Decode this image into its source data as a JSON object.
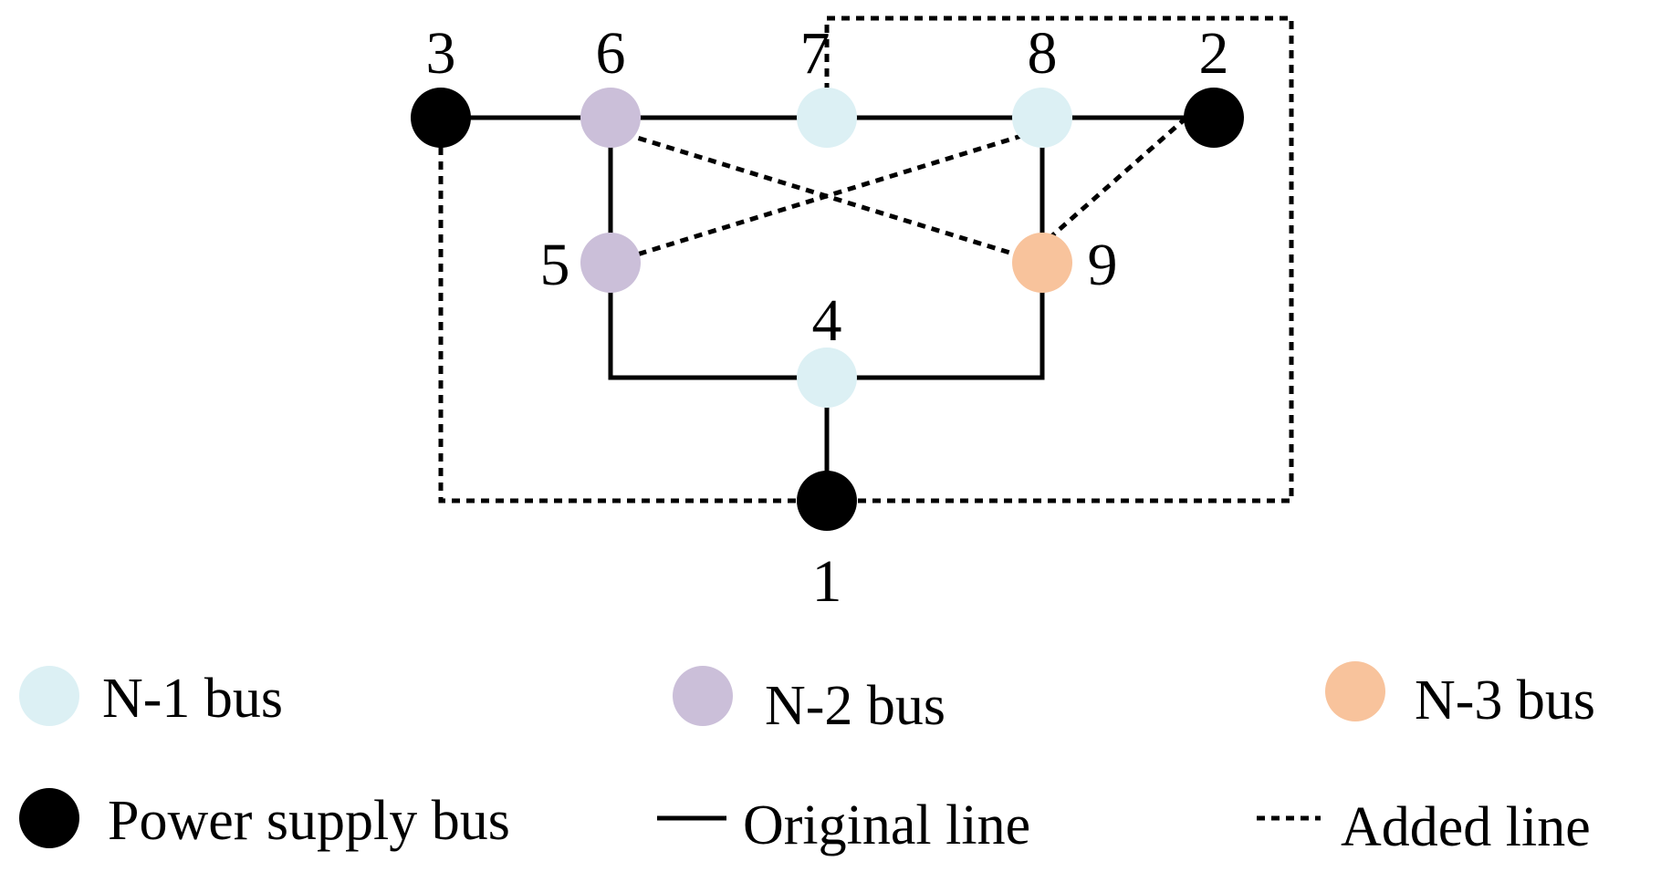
{
  "colors": {
    "n1": "#dcf0f4",
    "n2": "#cbbfd9",
    "n3": "#f8c39c",
    "supply": "#000000"
  },
  "nodes": [
    {
      "id": "1",
      "label": "1",
      "type": "supply"
    },
    {
      "id": "2",
      "label": "2",
      "type": "supply"
    },
    {
      "id": "3",
      "label": "3",
      "type": "supply"
    },
    {
      "id": "4",
      "label": "4",
      "type": "n1"
    },
    {
      "id": "5",
      "label": "5",
      "type": "n2"
    },
    {
      "id": "6",
      "label": "6",
      "type": "n2"
    },
    {
      "id": "7",
      "label": "7",
      "type": "n1"
    },
    {
      "id": "8",
      "label": "8",
      "type": "n1"
    },
    {
      "id": "9",
      "label": "9",
      "type": "n3"
    }
  ],
  "edges": [
    {
      "from": "3",
      "to": "6",
      "kind": "original"
    },
    {
      "from": "6",
      "to": "7",
      "kind": "original"
    },
    {
      "from": "7",
      "to": "8",
      "kind": "original"
    },
    {
      "from": "8",
      "to": "2",
      "kind": "original"
    },
    {
      "from": "6",
      "to": "5",
      "kind": "original"
    },
    {
      "from": "8",
      "to": "9",
      "kind": "original"
    },
    {
      "from": "5",
      "to": "4",
      "kind": "original"
    },
    {
      "from": "9",
      "to": "4",
      "kind": "original"
    },
    {
      "from": "4",
      "to": "1",
      "kind": "original"
    },
    {
      "from": "6",
      "to": "9",
      "kind": "added"
    },
    {
      "from": "5",
      "to": "8",
      "kind": "added"
    },
    {
      "from": "2",
      "to": "9",
      "kind": "added"
    },
    {
      "from": "3",
      "to": "1",
      "kind": "added"
    },
    {
      "from": "7",
      "to": "1",
      "kind": "added"
    }
  ],
  "legend": {
    "n1": "N-1 bus",
    "n2": "N-2 bus",
    "n3": "N-3 bus",
    "supply": "Power supply bus",
    "original": "Original line",
    "added": "Added line"
  }
}
